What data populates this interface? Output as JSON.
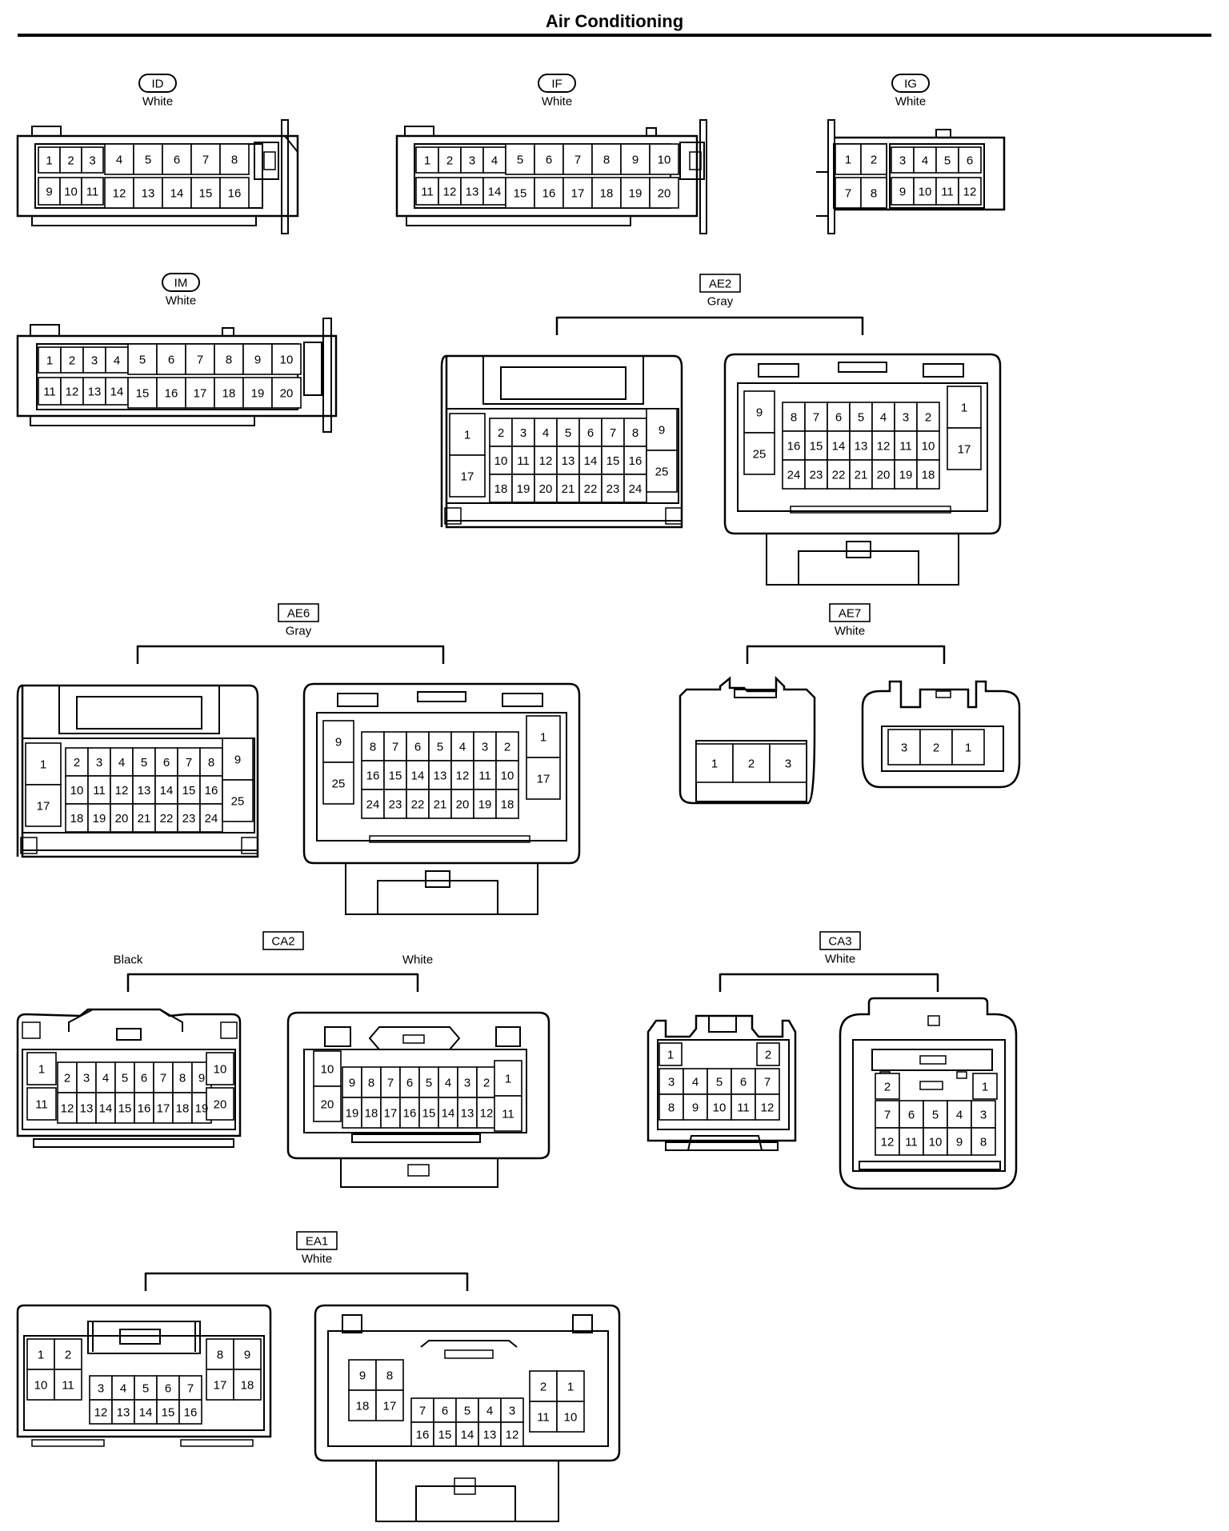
{
  "title": "Air Conditioning",
  "connectors": {
    "ID": {
      "code": "ID",
      "color": "White",
      "pins": [
        [
          [
            "1",
            "2",
            "3",
            "4",
            "5",
            "6",
            "7",
            "8"
          ]
        ],
        [
          [
            "9",
            "10",
            "11",
            "12",
            "13",
            "14",
            "15",
            "16"
          ]
        ]
      ]
    },
    "IF": {
      "code": "IF",
      "color": "White",
      "pins": [
        [
          [
            "1",
            "2",
            "3",
            "4",
            "5",
            "6",
            "7",
            "8",
            "9",
            "10"
          ]
        ],
        [
          [
            "11",
            "12",
            "13",
            "14",
            "15",
            "16",
            "17",
            "18",
            "19",
            "20"
          ]
        ]
      ]
    },
    "IG": {
      "code": "IG",
      "color": "White",
      "pins": [
        [
          [
            "1",
            "2",
            "3",
            "4",
            "5",
            "6"
          ]
        ],
        [
          [
            "7",
            "8",
            "9",
            "10",
            "11",
            "12"
          ]
        ]
      ]
    },
    "IM": {
      "code": "IM",
      "color": "White",
      "pins": [
        [
          [
            "1",
            "2",
            "3",
            "4",
            "5",
            "6",
            "7",
            "8",
            "9",
            "10"
          ]
        ],
        [
          [
            "11",
            "12",
            "13",
            "14",
            "15",
            "16",
            "17",
            "18",
            "19",
            "20"
          ]
        ]
      ]
    },
    "AE2": {
      "code": "AE2",
      "color": "Gray",
      "left": {
        "side_left": [
          "1",
          "17"
        ],
        "center": [
          [
            "2",
            "3",
            "4",
            "5",
            "6",
            "7",
            "8"
          ],
          [
            "10",
            "11",
            "12",
            "13",
            "14",
            "15",
            "16"
          ],
          [
            "18",
            "19",
            "20",
            "21",
            "22",
            "23",
            "24"
          ]
        ],
        "side_right": [
          "9",
          "25"
        ]
      },
      "right": {
        "side_left": [
          "9",
          "25"
        ],
        "center": [
          [
            "8",
            "7",
            "6",
            "5",
            "4",
            "3",
            "2"
          ],
          [
            "16",
            "15",
            "14",
            "13",
            "12",
            "11",
            "10"
          ],
          [
            "24",
            "23",
            "22",
            "21",
            "20",
            "19",
            "18"
          ]
        ],
        "side_right": [
          "1",
          "17"
        ]
      }
    },
    "AE6": {
      "code": "AE6",
      "color": "Gray",
      "left": {
        "side_left": [
          "1",
          "17"
        ],
        "center": [
          [
            "2",
            "3",
            "4",
            "5",
            "6",
            "7",
            "8"
          ],
          [
            "10",
            "11",
            "12",
            "13",
            "14",
            "15",
            "16"
          ],
          [
            "18",
            "19",
            "20",
            "21",
            "22",
            "23",
            "24"
          ]
        ],
        "side_right": [
          "9",
          "25"
        ]
      },
      "right": {
        "side_left": [
          "9",
          "25"
        ],
        "center": [
          [
            "8",
            "7",
            "6",
            "5",
            "4",
            "3",
            "2"
          ],
          [
            "16",
            "15",
            "14",
            "13",
            "12",
            "11",
            "10"
          ],
          [
            "24",
            "23",
            "22",
            "21",
            "20",
            "19",
            "18"
          ]
        ],
        "side_right": [
          "1",
          "17"
        ]
      }
    },
    "AE7": {
      "code": "AE7",
      "color": "White",
      "left": [
        "1",
        "2",
        "3"
      ],
      "right": [
        "3",
        "2",
        "1"
      ]
    },
    "CA2": {
      "code": "CA2",
      "color_left": "Black",
      "color_right": "White",
      "left": {
        "side_left": [
          "1",
          "11"
        ],
        "center": [
          [
            "2",
            "3",
            "4",
            "5",
            "6",
            "7",
            "8",
            "9"
          ],
          [
            "12",
            "13",
            "14",
            "15",
            "16",
            "17",
            "18",
            "19"
          ]
        ],
        "side_right": [
          "10",
          "20"
        ]
      },
      "right": {
        "side_left": [
          "10",
          "20"
        ],
        "center": [
          [
            "9",
            "8",
            "7",
            "6",
            "5",
            "4",
            "3",
            "2"
          ],
          [
            "19",
            "18",
            "17",
            "16",
            "15",
            "14",
            "13",
            "12"
          ]
        ],
        "side_right": [
          "1",
          "11"
        ]
      }
    },
    "CA3": {
      "code": "CA3",
      "color": "White",
      "left": {
        "top": [
          "1",
          "2"
        ],
        "rows": [
          [
            "3",
            "4",
            "5",
            "6",
            "7"
          ],
          [
            "8",
            "9",
            "10",
            "11",
            "12"
          ]
        ]
      },
      "right": {
        "top": [
          "2",
          "1"
        ],
        "rows": [
          [
            "7",
            "6",
            "5",
            "4",
            "3"
          ],
          [
            "12",
            "11",
            "10",
            "9",
            "8"
          ]
        ]
      }
    },
    "EA1": {
      "code": "EA1",
      "color": "White",
      "left": {
        "lblock": [
          [
            "1",
            "2"
          ],
          [
            "10",
            "11"
          ]
        ],
        "center": [
          [
            "3",
            "4",
            "5",
            "6",
            "7"
          ],
          [
            "12",
            "13",
            "14",
            "15",
            "16"
          ]
        ],
        "rblock": [
          [
            "8",
            "9"
          ],
          [
            "17",
            "18"
          ]
        ]
      },
      "right": {
        "lblock": [
          [
            "9",
            "8"
          ],
          [
            "18",
            "17"
          ]
        ],
        "center": [
          [
            "7",
            "6",
            "5",
            "4",
            "3"
          ],
          [
            "16",
            "15",
            "14",
            "13",
            "12"
          ]
        ],
        "rblock": [
          [
            "2",
            "1"
          ],
          [
            "11",
            "10"
          ]
        ]
      }
    }
  }
}
